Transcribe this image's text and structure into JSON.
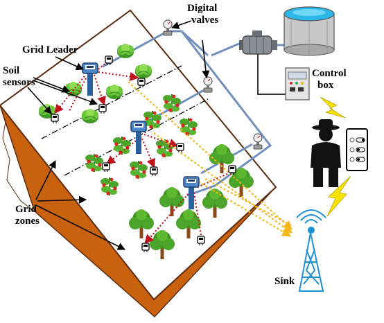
{
  "labels": {
    "digital_valves": [
      "Digital",
      "valves"
    ],
    "grid_leader": "Grid Leader",
    "soil_sensors": [
      "Soil",
      "sensors"
    ],
    "control_box": [
      "Control",
      "box"
    ],
    "grid_zones": [
      "Grid",
      "zones"
    ],
    "sink": "Sink"
  },
  "colors": {
    "soil_top": "#ffffff",
    "soil_side": "#c9620f",
    "soil_outline": "#5a2a0c",
    "pipe": "#6f8fbd",
    "zone_divider": "#000000",
    "sensor_link": "#c0121d",
    "sink_link": "#f5b718",
    "lightning": "#f7e100",
    "tank_water": "#2bb8e8",
    "sink_tower": "#1e90d6",
    "leaf_green": "#5cb82e",
    "tree_trunk": "#8a4a1a",
    "farmer": "#111111"
  },
  "icons": [
    "lettuce-icon",
    "tomato-plant-icon",
    "tree-icon",
    "soil-sensor-icon",
    "grid-leader-icon",
    "valve-icon",
    "pump-icon",
    "water-tank-icon",
    "control-box-icon",
    "farmer-icon",
    "smartphone-icon",
    "sink-tower-icon",
    "lightning-icon"
  ],
  "zones": [
    {
      "name": "lettuce-zone",
      "crop": "lettuce"
    },
    {
      "name": "tomato-zone",
      "crop": "tomato"
    },
    {
      "name": "tree-zone",
      "crop": "tree"
    }
  ]
}
